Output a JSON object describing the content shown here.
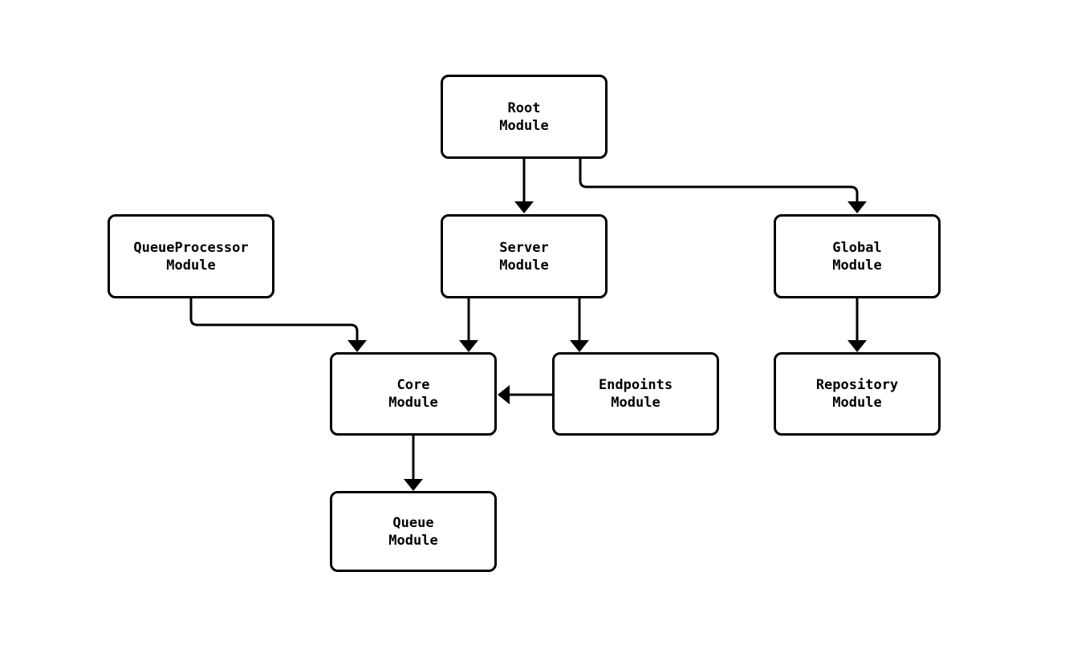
{
  "diagram": {
    "background_color": "#ffffff",
    "stroke_color": "#000000",
    "node_fill_color": "#ffffff",
    "nodes": [
      {
        "id": "root",
        "line1": "Root",
        "line2": "Module"
      },
      {
        "id": "queueprocessor",
        "line1": "QueueProcessor",
        "line2": "Module"
      },
      {
        "id": "server",
        "line1": "Server",
        "line2": "Module"
      },
      {
        "id": "global",
        "line1": "Global",
        "line2": "Module"
      },
      {
        "id": "core",
        "line1": "Core",
        "line2": "Module"
      },
      {
        "id": "endpoints",
        "line1": "Endpoints",
        "line2": "Module"
      },
      {
        "id": "repository",
        "line1": "Repository",
        "line2": "Module"
      },
      {
        "id": "queue",
        "line1": "Queue",
        "line2": "Module"
      }
    ],
    "edges": [
      {
        "from": "root",
        "to": "server"
      },
      {
        "from": "root",
        "to": "global"
      },
      {
        "from": "queueprocessor",
        "to": "core"
      },
      {
        "from": "server",
        "to": "core"
      },
      {
        "from": "server",
        "to": "endpoints"
      },
      {
        "from": "endpoints",
        "to": "core"
      },
      {
        "from": "global",
        "to": "repository"
      },
      {
        "from": "core",
        "to": "queue"
      }
    ]
  }
}
